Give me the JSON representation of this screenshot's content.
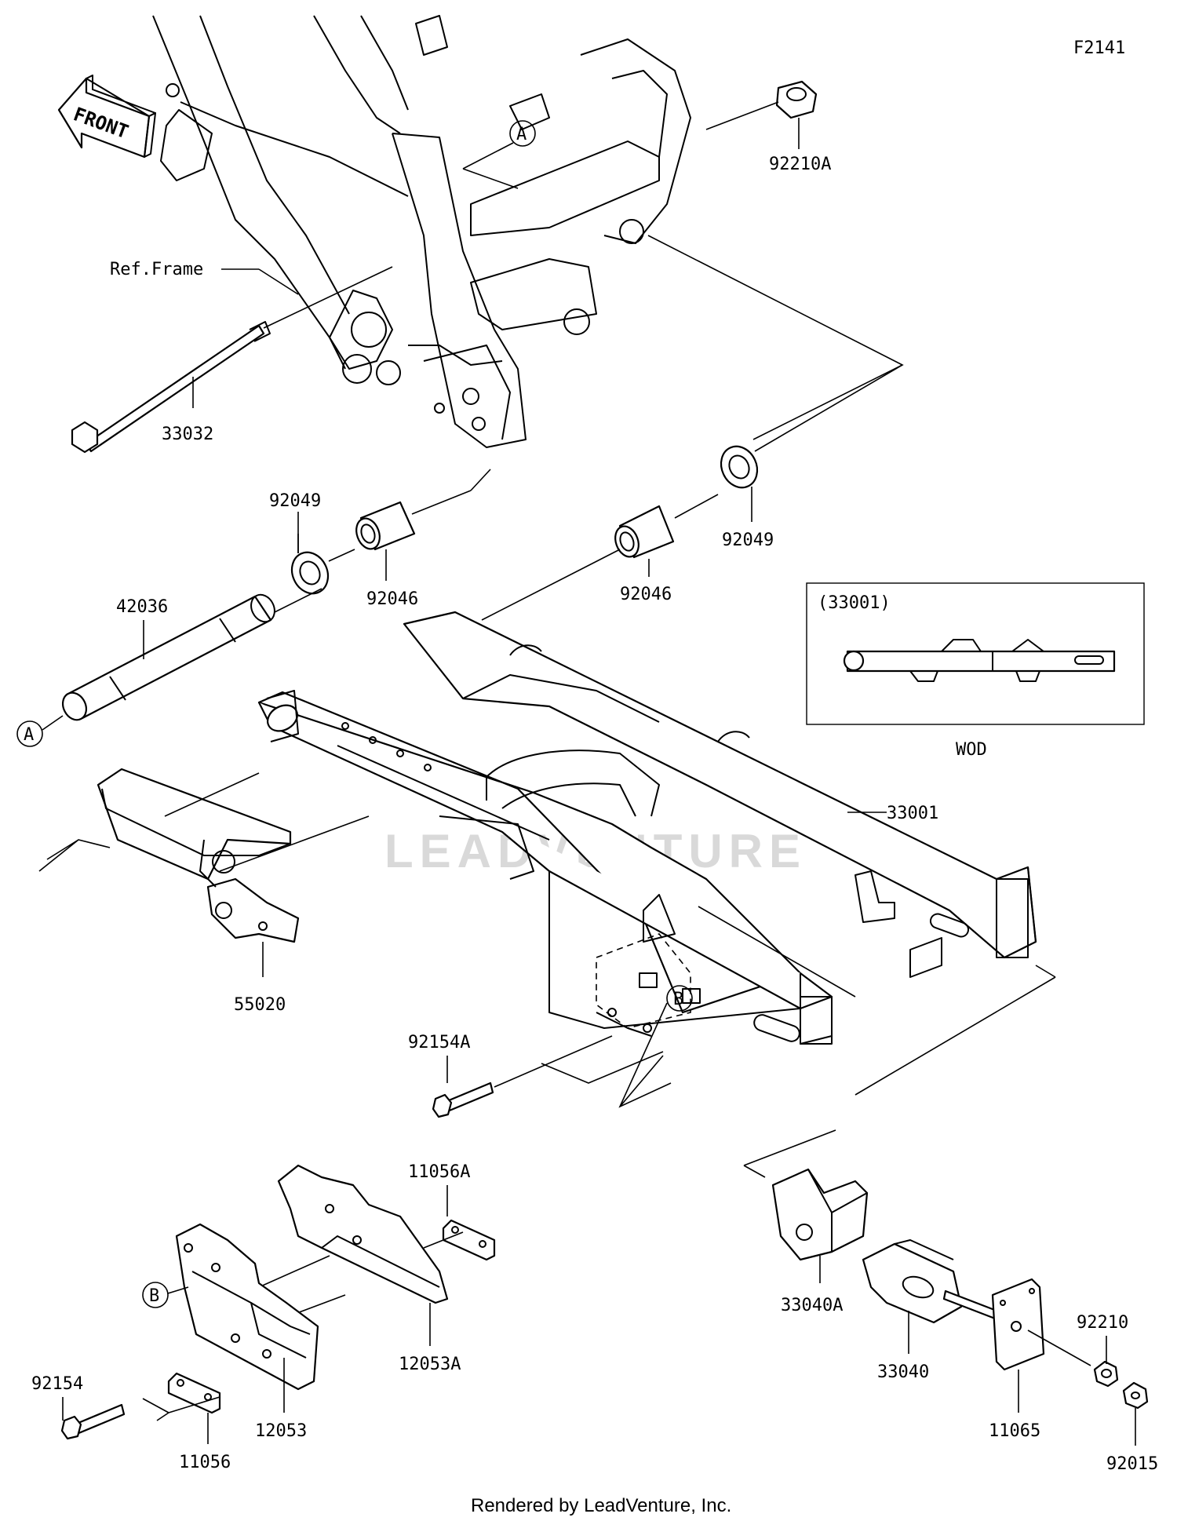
{
  "diagram_code": "F2141",
  "front_label": "FRONT",
  "ref_frame_label": "Ref.Frame",
  "variant_box": {
    "part": "(33001)",
    "caption": "WOD"
  },
  "watermark": "LEADVENTURE",
  "footer": "Rendered by LeadVenture, Inc.",
  "callouts": {
    "a": "A",
    "b": "B"
  },
  "parts": {
    "p92210A": "92210A",
    "p33032": "33032",
    "p92049_left": "92049",
    "p92049_right": "92049",
    "p92046_left": "92046",
    "p92046_right": "92046",
    "p42036": "42036",
    "p33001": "33001",
    "p55020": "55020",
    "p92154A": "92154A",
    "p11056A": "11056A",
    "p12053A": "12053A",
    "p12053": "12053",
    "p92154": "92154",
    "p11056": "11056",
    "p33040A": "33040A",
    "p33040": "33040",
    "p11065": "11065",
    "p92210": "92210",
    "p92015": "92015"
  }
}
